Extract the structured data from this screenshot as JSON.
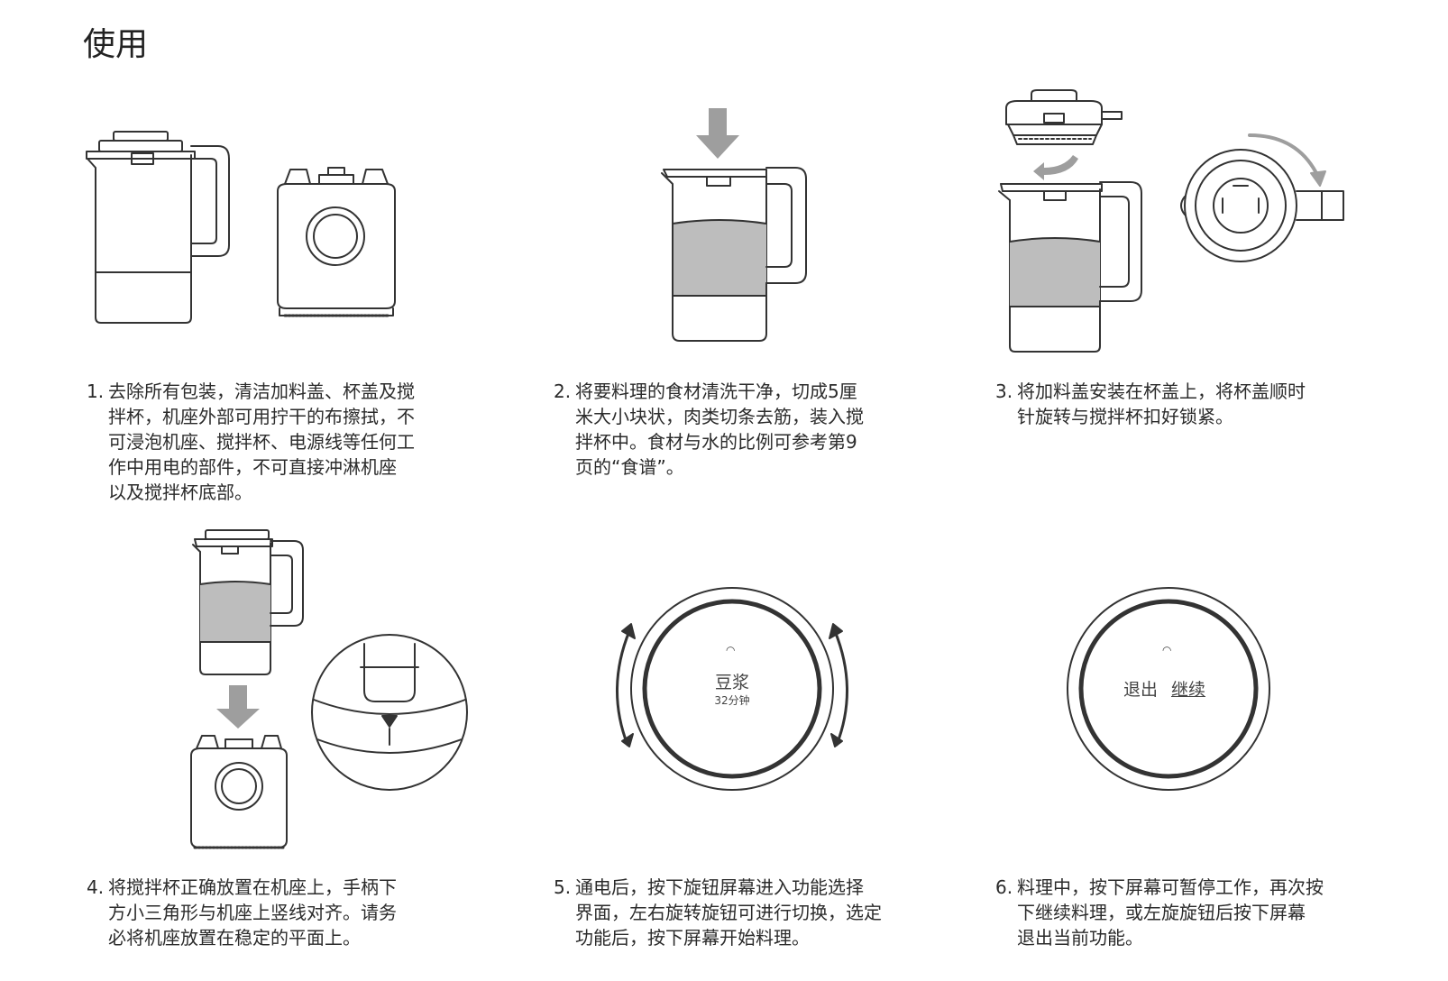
{
  "title": "使用",
  "steps": [
    {
      "num": "1.",
      "text": "去除所有包装，清洁加料盖、杯盖及搅\n拌杯，机座外部可用拧干的布擦拭，不\n可浸泡机座、搅拌杯、电源线等任何工\n作中用电的部件，不可直接冲淋机座\n以及搅拌杯底部。"
    },
    {
      "num": "2.",
      "text": "将要料理的食材清洗干净，切成5厘\n米大小块状，肉类切条去筋，装入搅\n拌杯中。食材与水的比例可参考第9\n页的“食谱”。"
    },
    {
      "num": "3.",
      "text": "将加料盖安装在杯盖上，将杯盖顺时\n针旋转与搅拌杯扣好锁紧。"
    },
    {
      "num": "4.",
      "text": "将搅拌杯正确放置在机座上，手柄下\n方小三角形与机座上竖线对齐。请务\n必将机座放置在稳定的平面上。"
    },
    {
      "num": "5.",
      "text": "通电后，按下旋钮屏幕进入功能选择\n界面，左右旋转旋钮可进行切换，选定\n功能后，按下屏幕开始料理。"
    },
    {
      "num": "6.",
      "text": "料理中，按下屏幕可暂停工作，再次按\n下继续料理，或左旋旋钮后按下屏幕\n退出当前功能。"
    }
  ],
  "display5": {
    "mode": "豆浆",
    "time": "32分钟"
  },
  "display6": {
    "exit": "退出",
    "continue": "继续"
  },
  "colors": {
    "line": "#333333",
    "liquid": "#bdbdbd",
    "arrow": "#9e9e9e"
  }
}
